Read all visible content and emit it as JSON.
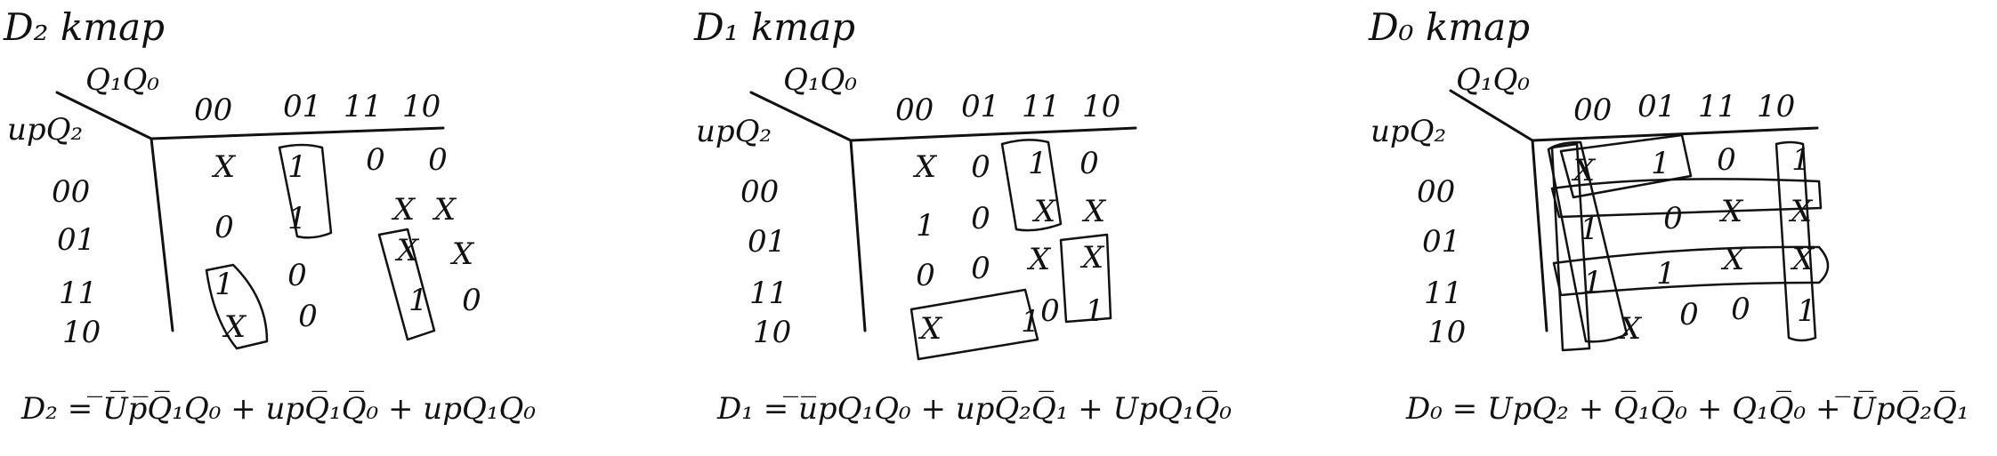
{
  "panels": [
    {
      "title": "D₂ kmap",
      "col_vars": "Q₁Q₀",
      "row_vars": "upQ₂",
      "col_headers": [
        "00",
        "01",
        "11",
        "10"
      ],
      "row_headers": [
        "00",
        "01",
        "11",
        "10"
      ],
      "cells": [
        [
          "X",
          "1",
          "0",
          "0"
        ],
        [
          "0",
          "1",
          "X",
          "X"
        ],
        [
          "1",
          "0",
          "X",
          "X"
        ],
        [
          "X",
          "0",
          "1",
          "0"
        ]
      ],
      "equation": "D₂ = ̅U̅p̅Q̅₁Q₀ + upQ̅₁Q̅₀ + upQ₁Q₀"
    },
    {
      "title": "D₁ kmap",
      "col_vars": "Q₁Q₀",
      "row_vars": "upQ₂",
      "col_headers": [
        "00",
        "01",
        "11",
        "10"
      ],
      "row_headers": [
        "00",
        "01",
        "11",
        "10"
      ],
      "cells": [
        [
          "X",
          "0",
          "1",
          "0"
        ],
        [
          "1",
          "0",
          "X",
          "X"
        ],
        [
          "0",
          "0",
          "X",
          "X"
        ],
        [
          "X",
          "1",
          "0",
          "1"
        ]
      ],
      "equation": "D₁ = ̅u̅pQ₁Q₀ + upQ̅₂Q̅₁ + UpQ₁Q̅₀"
    },
    {
      "title": "D₀ kmap",
      "col_vars": "Q₁Q₀",
      "row_vars": "upQ₂",
      "col_headers": [
        "00",
        "01",
        "11",
        "10"
      ],
      "row_headers": [
        "00",
        "01",
        "11",
        "10"
      ],
      "cells": [
        [
          "X",
          "1",
          "0",
          "1"
        ],
        [
          "1",
          "0",
          "X",
          "X"
        ],
        [
          "1",
          "1",
          "X",
          "X"
        ],
        [
          "X",
          "0",
          "0",
          "1"
        ]
      ],
      "equation": "D₀ = UpQ₂ + Q̅₁Q̅₀ + Q₁Q̅₀ + ̅U̅pQ̅₂Q̅₁"
    }
  ]
}
